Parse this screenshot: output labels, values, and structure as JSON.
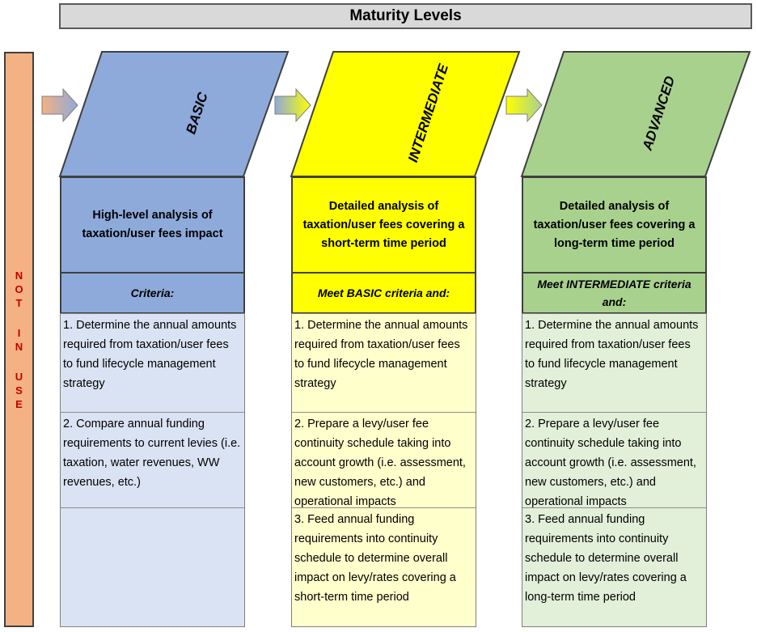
{
  "title": "Maturity Levels",
  "side_label": [
    "N",
    "O",
    "T",
    "",
    "I",
    "N",
    "",
    "U",
    "S",
    "E"
  ],
  "levels": [
    {
      "name": "BASIC",
      "color": "#8eaadb",
      "light": "#dae3f3",
      "heading": "High-level analysis of taxation/user fees impact",
      "criteria": "Criteria:",
      "items": [
        "1. Determine the annual amounts required from taxation/user fees to fund lifecycle management strategy",
        "2. Compare annual funding requirements to current levies (i.e. taxation, water revenues, WW revenues, etc.)"
      ]
    },
    {
      "name": "INTERMEDIATE",
      "color": "#ffff00",
      "light": "#ffffcc",
      "heading": "Detailed analysis of taxation/user fees covering a short-term time period",
      "criteria": "Meet BASIC criteria and:",
      "items": [
        "1. Determine the annual amounts required from taxation/user fees to fund lifecycle management strategy",
        "2. Prepare a levy/user fee continuity schedule taking into account growth (i.e. assessment, new customers, etc.) and operational impacts",
        "3. Feed annual funding requirements into continuity schedule to determine overall impact on levy/rates covering a short-term time period"
      ]
    },
    {
      "name": "ADVANCED",
      "color": "#a9d18e",
      "light": "#e2efd9",
      "heading": "Detailed analysis of taxation/user fees covering a long-term time period",
      "criteria": "Meet INTERMEDIATE criteria and:",
      "items": [
        "1. Determine the annual amounts required from taxation/user fees to fund lifecycle management strategy",
        "2. Prepare a levy/user fee continuity schedule taking into account growth (i.e. assessment, new customers, etc.) and operational impacts",
        "3. Feed annual funding requirements into continuity schedule to determine overall impact on levy/rates covering a long-term time period"
      ]
    }
  ]
}
